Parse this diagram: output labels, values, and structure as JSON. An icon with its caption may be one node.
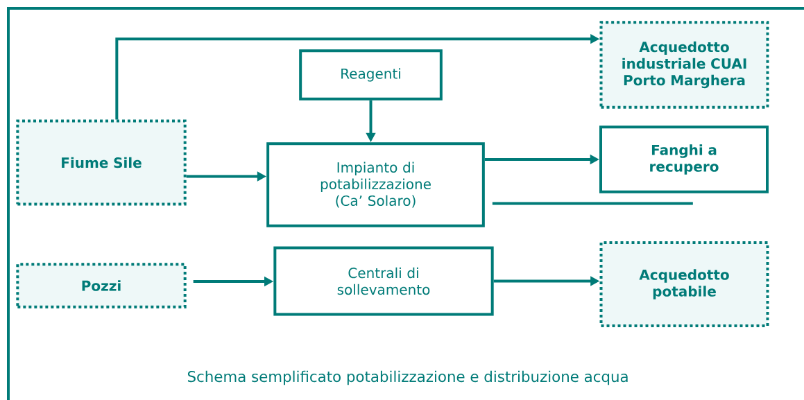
{
  "diagram": {
    "caption": "Schema semplificato potabilizzazione e distribuzione acqua",
    "nodes": [
      {
        "text": [
          "Acquedotto industriale CUAI Porto Marghera"
        ]
      },
      {
        "text": [
          "Reagenti"
        ]
      },
      {
        "text": [
          "Fiume Sile"
        ]
      },
      {
        "text": [
          "Impianto di potabilizzazione (Ca’ Solaro)"
        ]
      },
      {
        "text": [
          "Fanghi a recupero"
        ]
      },
      {
        "text": [
          "Pozzi"
        ]
      },
      {
        "text": [
          "Centrali di sollevamento"
        ]
      },
      {
        "text": [
          "Acquedotto potabile"
        ]
      }
    ],
    "edges": [
      {
        "from": 2,
        "to": 0,
        "arrow": "to"
      },
      {
        "from": 1,
        "to": 3,
        "arrow": "to"
      },
      {
        "from": 2,
        "to": 3,
        "arrow": "to"
      },
      {
        "from": 3,
        "to": 4,
        "arrow": "to"
      },
      {
        "from": 3,
        "to": null,
        "arrow": "none"
      },
      {
        "from": 5,
        "to": 6,
        "arrow": "to"
      },
      {
        "from": 6,
        "to": 7,
        "arrow": "to"
      }
    ]
  }
}
